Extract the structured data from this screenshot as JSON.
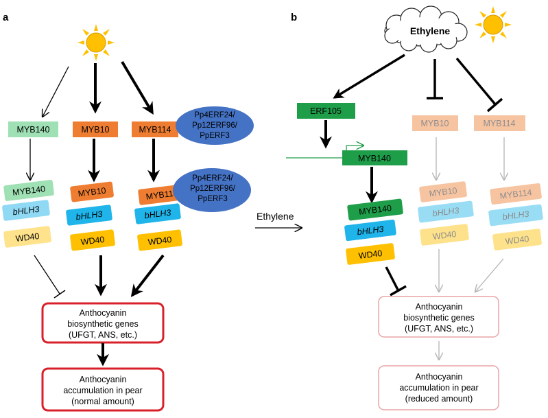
{
  "panel_a": {
    "letter": "a",
    "regulators": {
      "myb140": "MYB140",
      "myb10": "MYB10",
      "myb114": "MYB114"
    },
    "erf_top": [
      "Pp4ERF24/",
      "Pp12ERF96/",
      "PpERF3"
    ],
    "erf_mid": [
      "Pp4ERF24/",
      "Pp12ERF96/",
      "PpERF3"
    ],
    "complex1": {
      "myb": "MYB140",
      "bhlh": "bHLH3",
      "wd": "WD40"
    },
    "complex2": {
      "myb": "MYB10",
      "bhlh": "bHLH3",
      "wd": "WD40"
    },
    "complex3": {
      "myb": "MYB114",
      "bhlh": "bHLH3",
      "wd": "WD40"
    },
    "genes_box": [
      "Anthocyanin",
      "biosynthetic genes",
      "(UFGT, ANS, etc.)"
    ],
    "accum_box": [
      "Anthocyanin",
      "accumulation in pear",
      "(normal amount)"
    ]
  },
  "middle": {
    "ethylene_label": "Ethylene"
  },
  "panel_b": {
    "letter": "b",
    "cloud_label": "Ethylene",
    "erf105": "ERF105",
    "myb140": "MYB140",
    "myb10": "MYB10",
    "myb114": "MYB114",
    "complex1": {
      "myb": "MYB140",
      "bhlh": "bHLH3",
      "wd": "WD40"
    },
    "complex2": {
      "myb": "MYB10",
      "bhlh": "bHLH3",
      "wd": "WD40"
    },
    "complex3": {
      "myb": "MYB114",
      "bhlh": "bHLH3",
      "wd": "WD40"
    },
    "genes_box": [
      "Anthocyanin",
      "biosynthetic genes",
      "(UFGT, ANS, etc.)"
    ],
    "accum_box": [
      "Anthocyanin",
      "accumulation in pear",
      "(reduced amount)"
    ]
  },
  "colors": {
    "myb140_light": "#9fe0b4",
    "myb_green": "#1f9e4a",
    "myb_orange": "#ee7d31",
    "bhlh_blue": "#1fb4ea",
    "wd40_yellow": "#fec000",
    "erf_blue": "#4472c4",
    "box_red": "#d9202a",
    "sun_yellow": "#fec000"
  }
}
